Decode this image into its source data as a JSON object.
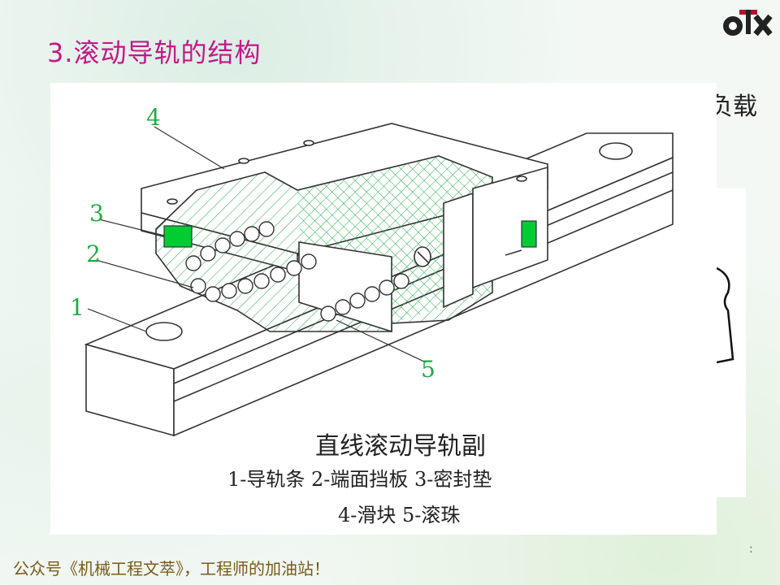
{
  "slide": {
    "title": "3.滚动导轨的结构",
    "background_fragment": "负载"
  },
  "figure": {
    "caption_title": "直线滚动导轨副",
    "caption_line1": "1-导轨条 2-端面挡板   3-密封垫",
    "caption_line2": "4-滑块   5-滚珠",
    "callouts": [
      "1",
      "2",
      "3",
      "4",
      "5"
    ],
    "accent_color": "#00cc33",
    "hatch_color": "#22aa44"
  },
  "footer": {
    "text": "公众号《机械工程文萃》，工程师的加油站！"
  },
  "page_marker": ":"
}
